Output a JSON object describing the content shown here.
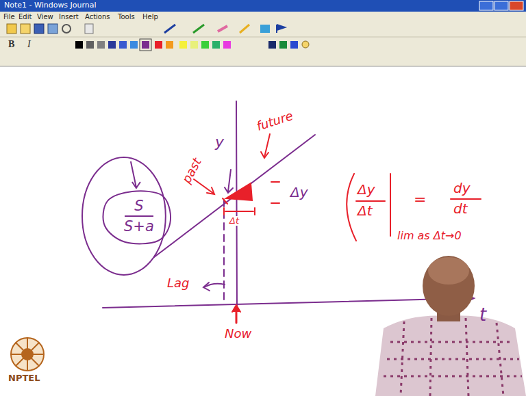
{
  "diagram": {
    "nodes": [
      {
        "text": [
          "S",
          "S+a"
        ]
      }
    ],
    "labels": [
      "Note1 - Windows Journal",
      "File",
      "Edit",
      "View",
      "Insert",
      "Actions",
      "Tools",
      "Help",
      "B",
      "I",
      "y",
      "future",
      "past",
      "Δy",
      "Δt",
      "Lag",
      "Now",
      "t",
      "Δy",
      "Δt",
      "=",
      "dy",
      "dt",
      "lim as Δt→0",
      "NPTEL"
    ]
  }
}
